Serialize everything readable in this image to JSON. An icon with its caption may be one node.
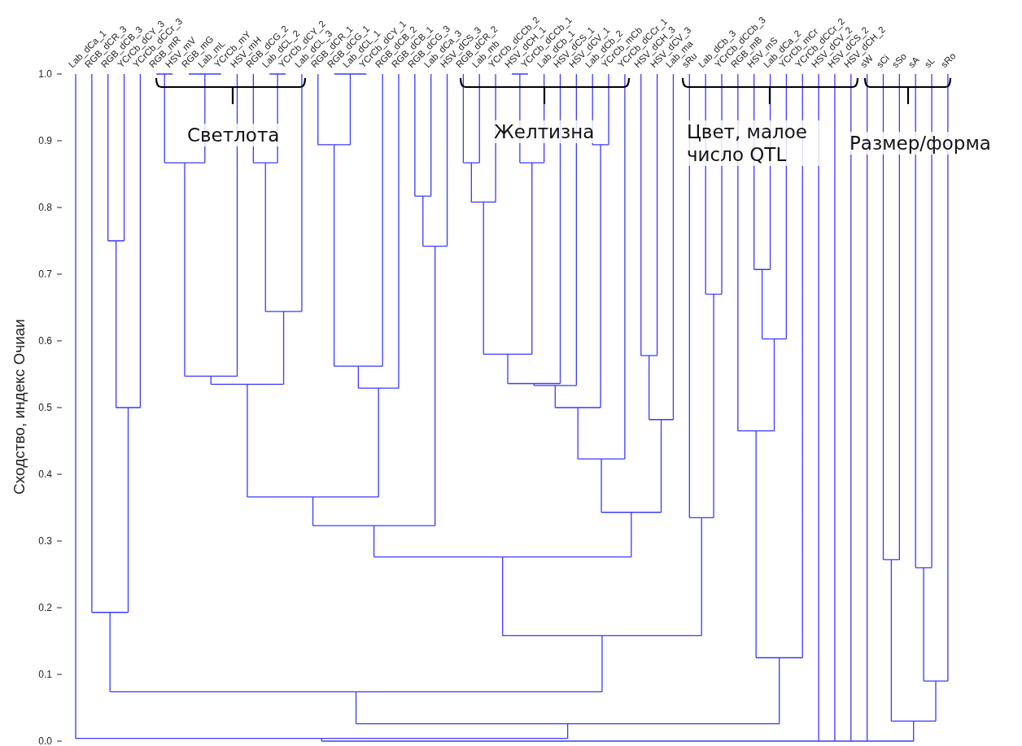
{
  "diagram": {
    "labels": [
      "Lab_dCa_1",
      "RGB_dCR_3",
      "RGB_dCB_3",
      "YCrCb_dCY_3",
      "YCrCb_dCCr_3",
      "RGB_mR",
      "HSV_mV",
      "RGB_mG",
      "Lab_mL",
      "YCrCb_mY",
      "HSV_mH",
      "RGB_dCG_2",
      "Lab_dCL_2",
      "YCrCb_dCY_2",
      "Lab_dCL_3",
      "RGB_dCR_1",
      "RGB_dCG_1",
      "Lab_dCL_1",
      "YCrCb_dCY_1",
      "RGB_dCB_2",
      "RGB_dCB_1",
      "RGB_dCG_3",
      "Lab_dCa_3",
      "HSV_dCS_3",
      "RGB_dCR_2",
      "Lab_mb",
      "YCrCb_dCCb_2",
      "HSV_dCH_1",
      "YCrCb_dCCb_1",
      "Lab_dCb_1",
      "HSV_dCS_1",
      "HSV_dCV_1",
      "Lab_dCb_2",
      "YCrCb_mCb",
      "YCrCb_dCCr_1",
      "HSV_dCH_3",
      "HSV_dCV_3",
      "Lab_ma",
      "sRu",
      "Lab_dCb_3",
      "YCrCb_dCCb_3",
      "RGB_mB",
      "HSV_mS",
      "Lab_dCa_2",
      "YCrCb_mCr",
      "YCrCb_dCCr_2",
      "HSV_dCV_2",
      "HSV_dCS_2",
      "HSV_dCH_2",
      "sW",
      "sCi",
      "sSo",
      "sA",
      "sL",
      "sRo",
      "Светлота",
      "Желтизна",
      "Цвет, малое число QTL",
      "Размер/форма",
      "1.0",
      "0.9",
      "0.8",
      "0.7",
      "0.6",
      "0.5",
      "0.4",
      "0.3",
      "0.2",
      "0.1",
      "0.0",
      "Сходство, индекс Очиаи"
    ]
  }
}
